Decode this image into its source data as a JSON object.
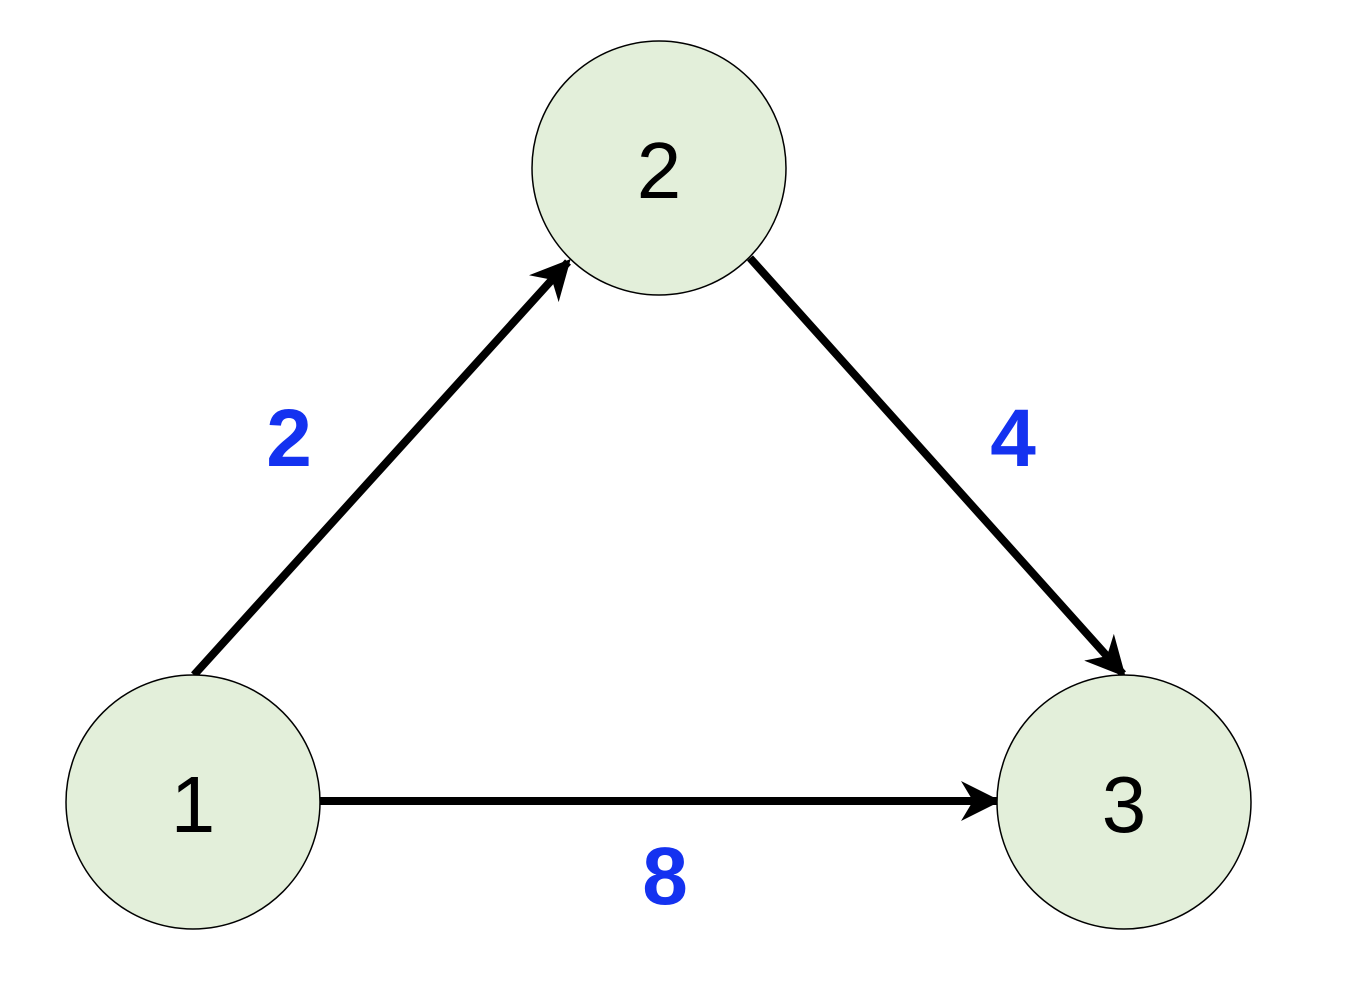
{
  "graph": {
    "colors": {
      "node_fill": "#e3efda",
      "node_stroke": "#000000",
      "edge": "#000000",
      "weight": "#1432f0"
    },
    "nodes": [
      {
        "id": "n1",
        "label": "1"
      },
      {
        "id": "n2",
        "label": "2"
      },
      {
        "id": "n3",
        "label": "3"
      }
    ],
    "edges": [
      {
        "from": "1",
        "to": "2",
        "weight": "2"
      },
      {
        "from": "2",
        "to": "3",
        "weight": "4"
      },
      {
        "from": "1",
        "to": "3",
        "weight": "8"
      }
    ]
  }
}
